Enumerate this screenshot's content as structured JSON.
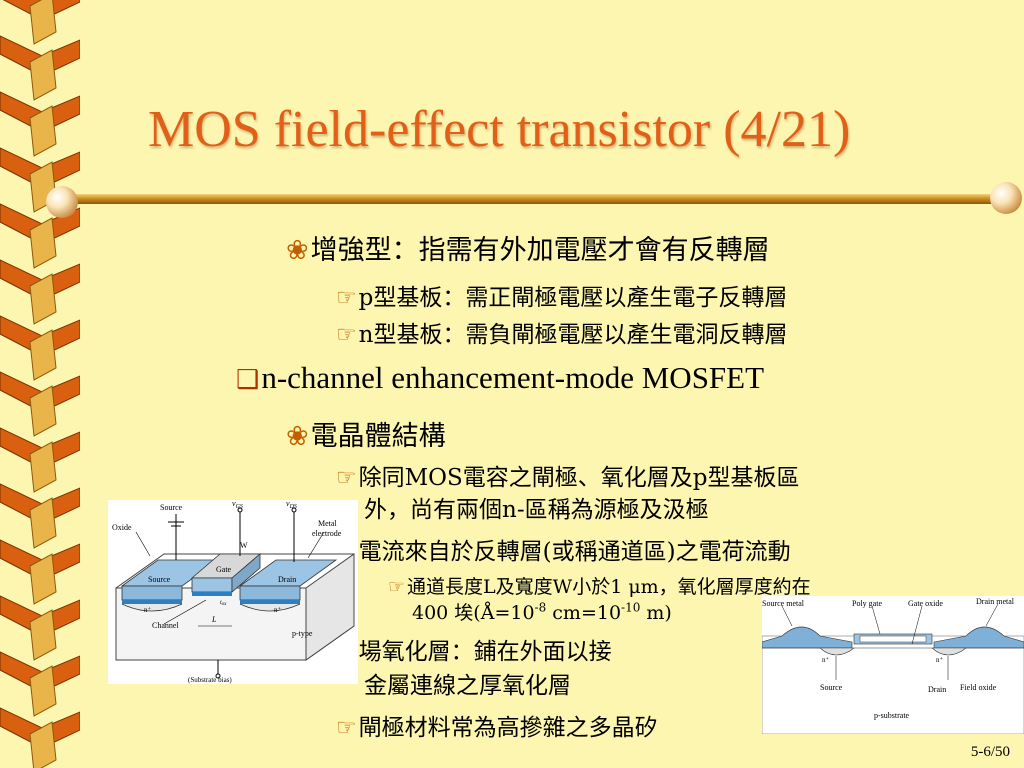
{
  "title": "MOS field-effect transistor (4/21)",
  "colors": {
    "background": "#fdf6b0",
    "title": "#e0601a",
    "braid_orange": "#d9600e",
    "braid_gold": "#e9b44a",
    "rod": "#c88a20"
  },
  "bullets": {
    "b1": "增強型：指需有外加電壓才會有反轉層",
    "b1a": "p型基板：需正閘極電壓以產生電子反轉層",
    "b1b": "n型基板：需負閘極電壓以產生電洞反轉層",
    "b2": "n-channel enhancement-mode MOSFET",
    "b3": "電晶體結構",
    "b3a_line1": "除同MOS電容之閘極、氧化層及p型基板區",
    "b3a_line2": "外，尚有兩個n-區稱為源極及汲極",
    "b3b": "電流來自於反轉層(或稱通道區)之電荷流動",
    "b3b1_line1": "通道長度L及寬度W小於1 μm，氧化層厚度約在",
    "b3b1_line2_pre": "400 埃(Å=10",
    "b3b1_exp1": "-8",
    "b3b1_mid": " cm=10",
    "b3b1_exp2": "-10",
    "b3b1_post": " m)",
    "b3c_line1": "場氧化層：鋪在外面以接",
    "b3c_line2": "金屬連線之厚氧化層",
    "b3d": "閘極材料常為高摻雜之多晶矽"
  },
  "figure_left": {
    "source_top": "Source",
    "vgs": "v",
    "vgs_sub": "GS",
    "vds": "v",
    "vds_sub": "DS",
    "oxide": "Oxide",
    "metal": "Metal",
    "electrode": "electrode",
    "w": "W",
    "gate": "Gate",
    "source": "Source",
    "drain": "Drain",
    "n_left": "n⁺",
    "n_right": "n⁺",
    "tox": "t",
    "tox_sub": "ox",
    "channel": "Channel",
    "l": "L",
    "ptype": "p-type",
    "substrate_bias": "(Substrate bias)"
  },
  "figure_right": {
    "source_metal": "Source metal",
    "poly_gate": "Poly gate",
    "gate_oxide": "Gate oxide",
    "drain_metal": "Drain metal",
    "n_left": "n⁺",
    "n_right": "n⁺",
    "source": "Source",
    "drain": "Drain",
    "field_oxide": "Field oxide",
    "psubstrate": "p-substrate"
  },
  "page_number": "5-6/50"
}
